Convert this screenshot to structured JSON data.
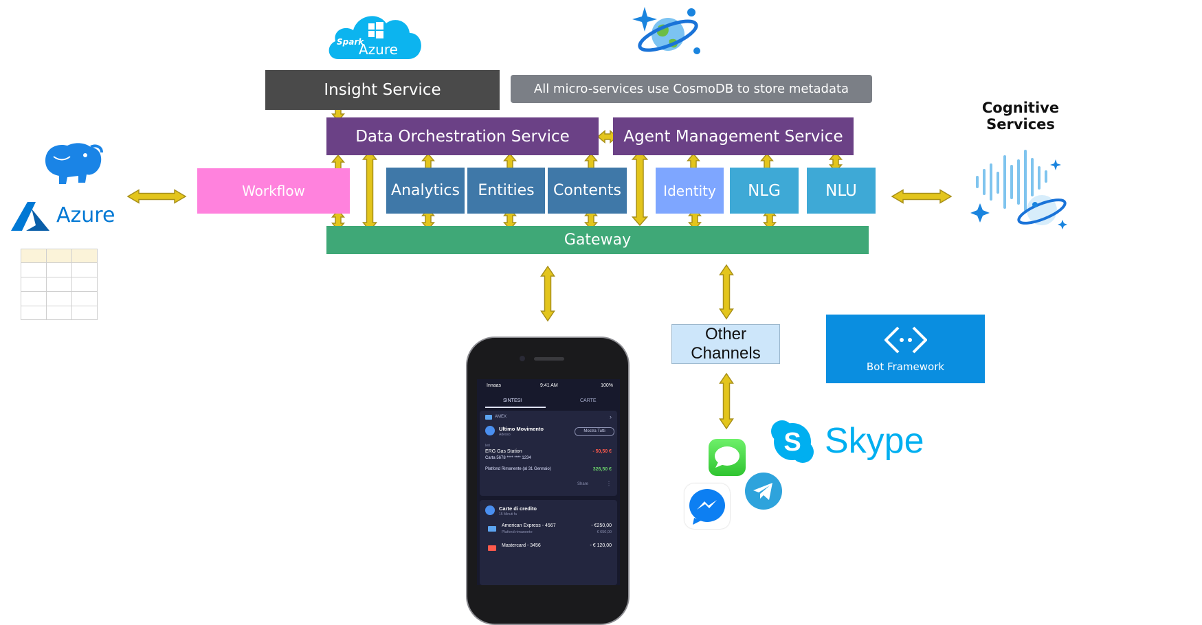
{
  "colors": {
    "insight": "#4a4a4a",
    "note": "#7b7f86",
    "purple": "#6b4186",
    "workflow": "#ff82dd",
    "steel": "#3f78a8",
    "identity": "#7ea6ff",
    "nlp": "#3ea9d6",
    "gateway": "#3fa877",
    "arrow": "#e3c51c",
    "arrow_stroke": "#a8901a",
    "azure_blue": "#0078d4",
    "bot": "#0a8ee0",
    "other": "#cde6fa"
  },
  "logos": {
    "spark": "Spark",
    "azure_cloud": "Azure",
    "azure": "Azure",
    "skype": "Skype",
    "cognitive": "Cognitive Services",
    "bot": "Bot Framework"
  },
  "services": {
    "insight": "Insight Service",
    "cosmos_note": "All micro-services use CosmoDB to store metadata",
    "data_orch": "Data Orchestration Service",
    "agent_mgmt": "Agent Management Service",
    "workflow": "Workflow",
    "analytics": "Analytics",
    "entities": "Entities",
    "contents": "Contents",
    "identity": "Identity",
    "nlg": "NLG",
    "nlu": "NLU",
    "gateway": "Gateway",
    "other_channels": "Other Channels"
  },
  "phone": {
    "status_left": "Innaas",
    "status_time": "9:41 AM",
    "status_right": "100%",
    "tabs": [
      "SINTESI",
      "CARTE"
    ],
    "card1": {
      "brand": "AMEX",
      "title": "Ultimo Movimento",
      "subtitle": "Adesso",
      "button": "Mostra Tutti",
      "day": "Ieri",
      "merchant": "ERG Gas Station",
      "card_number": "Carta 5678 **** **** 1234",
      "amount": "- 50,50 €",
      "plafond_label": "Platfond Rimanente (al 31 Gennaio)",
      "plafond_value": "326,50 €",
      "share": "Share"
    },
    "card2": {
      "title": "Carte di credito",
      "subtitle": "15 Minuti fa",
      "rows": [
        {
          "name": "American Express - 4567",
          "sub": "Plafond rimanente",
          "amount": "- €250,00",
          "sub_amount": "€ 650,00"
        },
        {
          "name": "Mastercard - 3456",
          "sub": "",
          "amount": "- € 120,00",
          "sub_amount": ""
        }
      ]
    }
  }
}
